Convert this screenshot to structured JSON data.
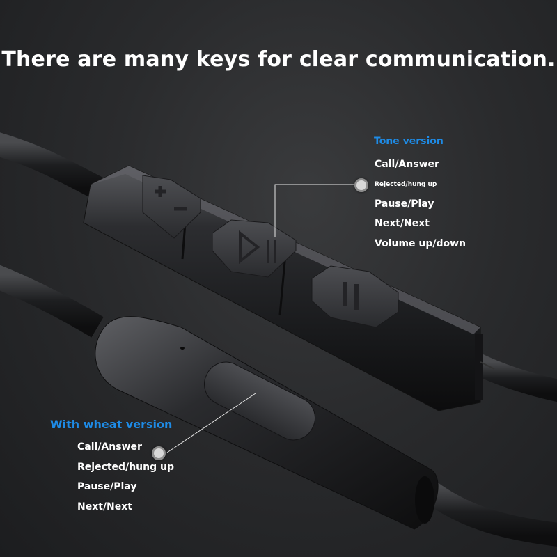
{
  "headline": "There are many keys for clear communication.",
  "tone_version": {
    "title": "Tone version",
    "title_color": "#1e8be6",
    "items": [
      "Call/Answer",
      "Rejected/hung up",
      "Pause/Play",
      "Next/Next",
      "Volume up/down"
    ]
  },
  "wheat_version": {
    "title": "With wheat version",
    "title_color": "#1e8be6",
    "items": [
      "Call/Answer",
      "Rejected/hung up",
      "Pause/Play",
      "Next/Next"
    ]
  }
}
